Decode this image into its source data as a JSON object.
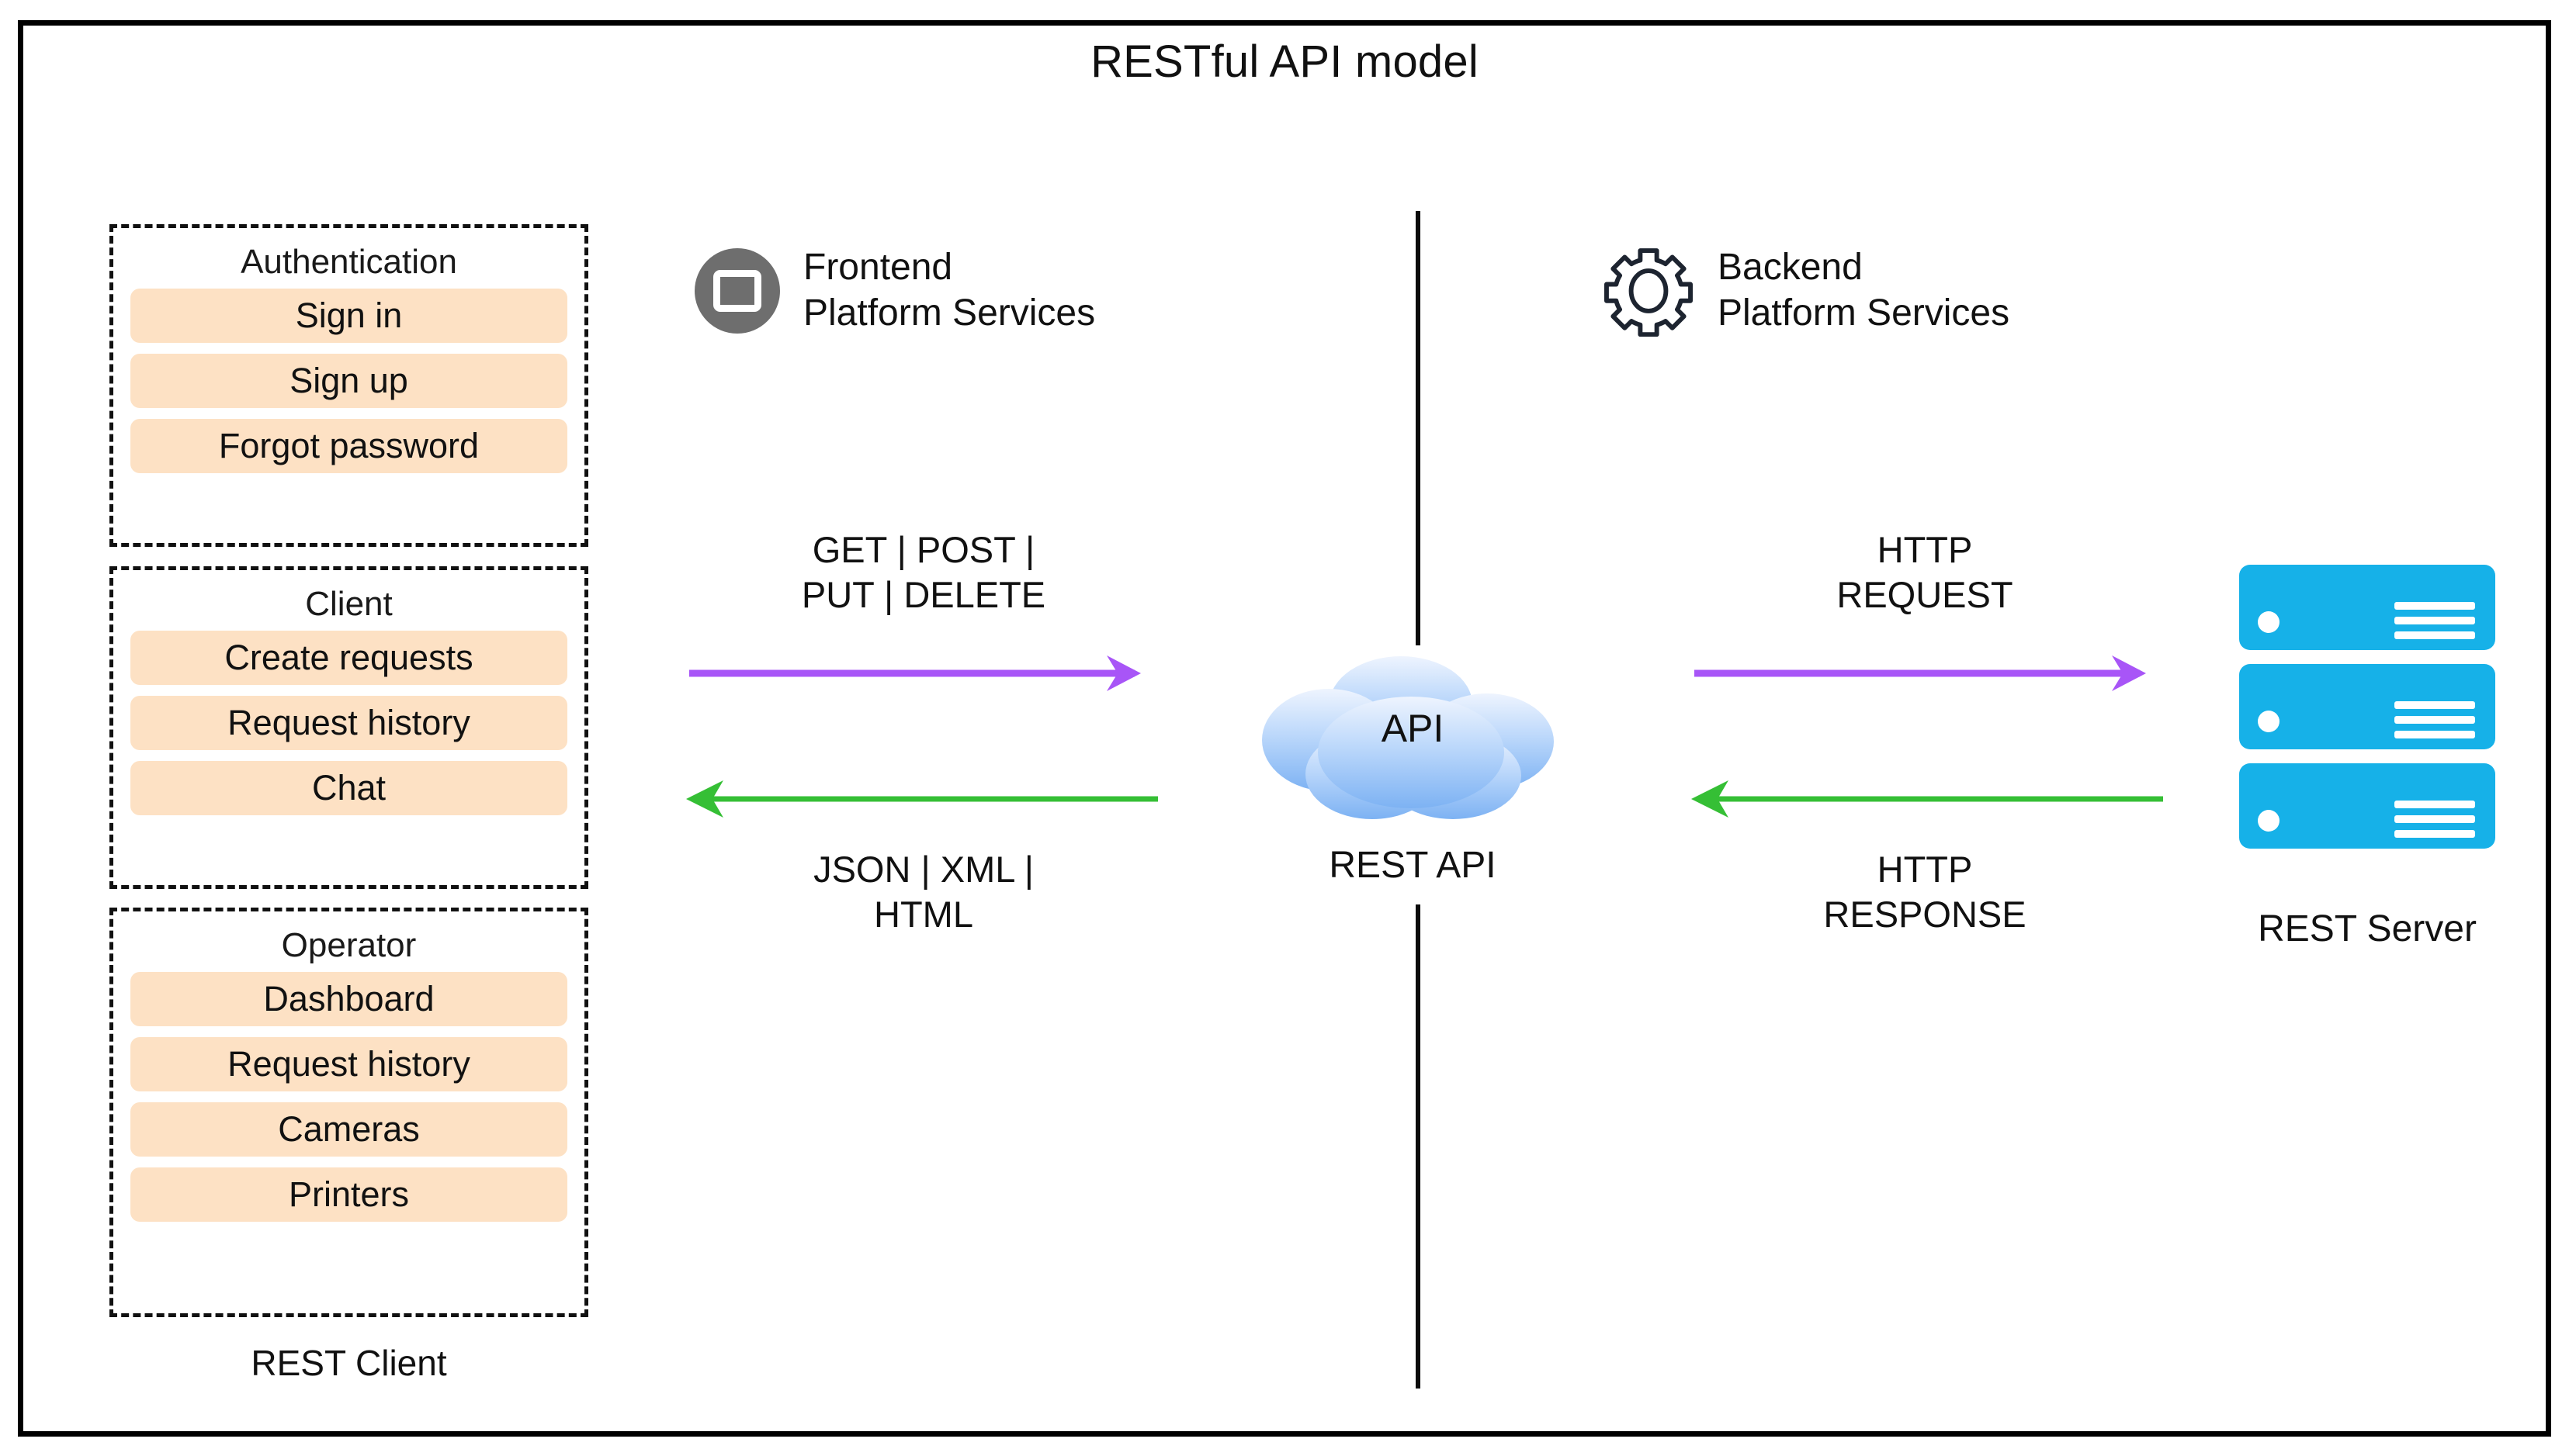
{
  "diagram": {
    "title": "RESTful API model",
    "colors": {
      "chip_fill": "#fde1c4",
      "request_arrow": "#a855f7",
      "response_arrow": "#35bf35",
      "server_fill": "#16b1e8",
      "frontend_icon_fill": "#6e6e6e",
      "cloud_top": "#e8f1fe",
      "cloud_bottom": "#7fb4f5",
      "border": "#000000"
    }
  },
  "client": {
    "caption": "REST Client",
    "groups": [
      {
        "title": "Authentication",
        "items": [
          "Sign in",
          "Sign up",
          "Forgot password"
        ]
      },
      {
        "title": "Client",
        "items": [
          "Create requests",
          "Request history",
          "Chat"
        ]
      },
      {
        "title": "Operator",
        "items": [
          "Dashboard",
          "Request history",
          "Cameras",
          "Printers"
        ]
      }
    ]
  },
  "services": {
    "frontend": {
      "label": "Frontend\nPlatform Services",
      "icon": "browser-window-icon"
    },
    "backend": {
      "label": "Backend\nPlatform Services",
      "icon": "gear-icon"
    }
  },
  "flows": {
    "client_to_api": {
      "label": "GET | POST |\nPUT | DELETE",
      "direction": "right",
      "color": "#a855f7"
    },
    "api_to_client": {
      "label": "JSON | XML |\nHTML",
      "direction": "left",
      "color": "#35bf35"
    },
    "api_to_server": {
      "label": "HTTP\nREQUEST",
      "direction": "right",
      "color": "#a855f7"
    },
    "server_to_api": {
      "label": "HTTP\nRESPONSE",
      "direction": "left",
      "color": "#35bf35"
    }
  },
  "cloud": {
    "inner_label": "API",
    "caption": "REST API"
  },
  "server": {
    "caption": "REST Server",
    "rack_count": 3
  }
}
